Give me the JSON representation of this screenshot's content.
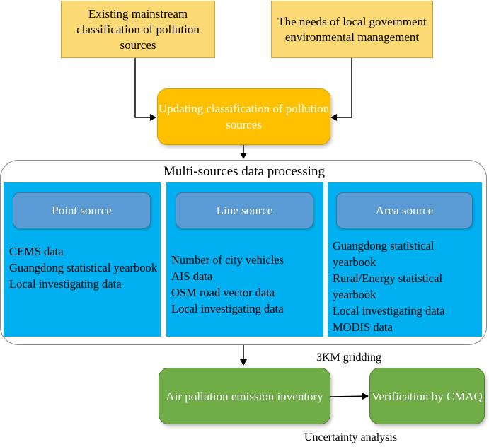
{
  "top_left_box": "Existing mainstream classification of pollution sources",
  "top_right_box": "The needs of local government environmental management",
  "center_box": "Updating classification of pollution sources",
  "section_title": "Multi-sources data processing",
  "point_source": {
    "title": "Point source",
    "items": [
      "CEMS data",
      "Guangdong statistical yearbook",
      "Local investigating data"
    ]
  },
  "line_source": {
    "title": "Line source",
    "items": [
      "Number of city vehicles",
      "AIS data",
      "OSM road vector data",
      "Local investigating data"
    ]
  },
  "area_source": {
    "title": "Area source",
    "items": [
      "Guangdong statistical yearbook",
      "Rural/Energy statistical yearbook",
      "Local investigating data",
      "MODIS data"
    ]
  },
  "gridding_label": "3KM gridding",
  "inventory_box": "Air pollution emission inventory",
  "verification_box": "Verification by CMAQ",
  "uncertainty_label": "Uncertainty analysis",
  "colors": {
    "yellow_box": "#fbd974",
    "orange_box": "#ffc000",
    "panel_blue": "#00b0f0",
    "panel_header": "#5b9bd5",
    "green_box": "#70ad47"
  }
}
